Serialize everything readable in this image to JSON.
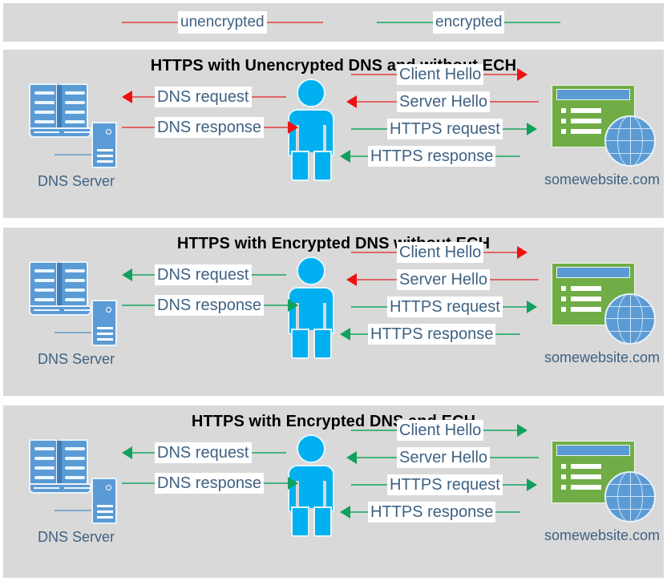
{
  "legend": {
    "items": [
      {
        "id": "unencrypted",
        "label": "unencrypted",
        "color": "#e06666"
      },
      {
        "id": "encrypted",
        "label": "encrypted",
        "color": "#46b37f"
      }
    ]
  },
  "colors": {
    "panel_background": "#d9d9d9",
    "page_background": "#ffffff",
    "red_line": "#e06666",
    "red_arrow": "#ee1111",
    "green_line": "#46b37f",
    "green_arrow": "#11a05e",
    "label_text": "#3f6283",
    "title_text": "#000000",
    "person_blue": "#00b0f0",
    "server_blue": "#5b9bd5",
    "browser_green": "#70ad47"
  },
  "nodes": {
    "dns_server_label": "DNS Server",
    "website_label": "somewebsite.com",
    "dns_server_icon": "book-server-icon",
    "user_icon": "person-icon",
    "website_icon": "browser-globe-icon"
  },
  "panels": [
    {
      "id": "panel-1",
      "title": "HTTPS with Unencrypted DNS and without ECH",
      "left_flows": [
        {
          "label": "DNS request",
          "direction": "left",
          "encrypted": false
        },
        {
          "label": "DNS response",
          "direction": "right",
          "encrypted": false
        }
      ],
      "right_flows": [
        {
          "label": "Client Hello",
          "direction": "right",
          "encrypted": false
        },
        {
          "label": "Server Hello",
          "direction": "left",
          "encrypted": false
        },
        {
          "label": "HTTPS request",
          "direction": "right",
          "encrypted": true
        },
        {
          "label": "HTTPS response",
          "direction": "left",
          "encrypted": true
        }
      ]
    },
    {
      "id": "panel-2",
      "title": "HTTPS with Encrypted DNS without ECH",
      "left_flows": [
        {
          "label": "DNS request",
          "direction": "left",
          "encrypted": true
        },
        {
          "label": "DNS response",
          "direction": "right",
          "encrypted": true
        }
      ],
      "right_flows": [
        {
          "label": "Client Hello",
          "direction": "right",
          "encrypted": false
        },
        {
          "label": "Server Hello",
          "direction": "left",
          "encrypted": false
        },
        {
          "label": "HTTPS request",
          "direction": "right",
          "encrypted": true
        },
        {
          "label": "HTTPS response",
          "direction": "left",
          "encrypted": true
        }
      ]
    },
    {
      "id": "panel-3",
      "title": "HTTPS with Encrypted DNS and ECH",
      "left_flows": [
        {
          "label": "DNS request",
          "direction": "left",
          "encrypted": true
        },
        {
          "label": "DNS response",
          "direction": "right",
          "encrypted": true
        }
      ],
      "right_flows": [
        {
          "label": "Client Hello",
          "direction": "right",
          "encrypted": true
        },
        {
          "label": "Server Hello",
          "direction": "left",
          "encrypted": true
        },
        {
          "label": "HTTPS request",
          "direction": "right",
          "encrypted": true
        },
        {
          "label": "HTTPS response",
          "direction": "left",
          "encrypted": true
        }
      ]
    }
  ]
}
